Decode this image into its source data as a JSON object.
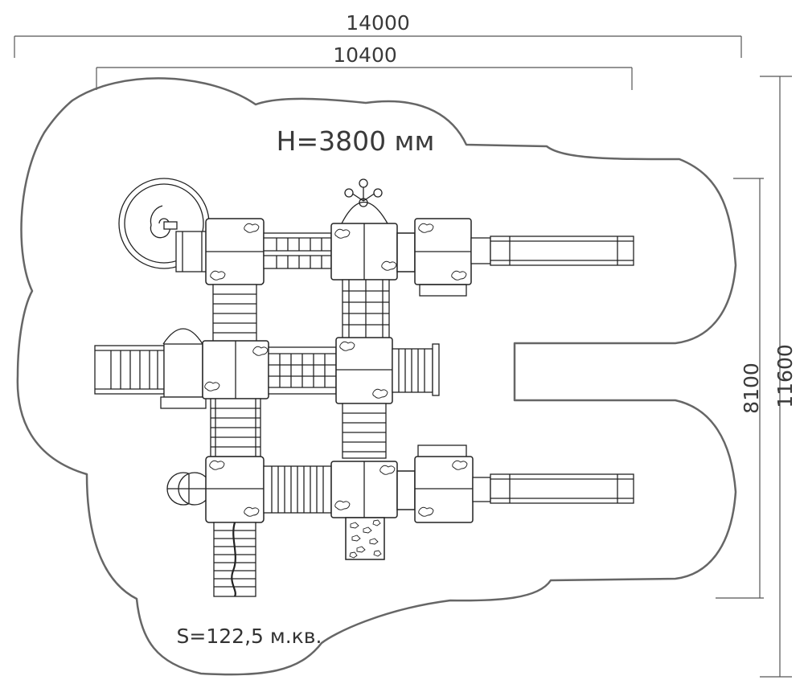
{
  "dimensions": {
    "overall_width": "14000",
    "inner_width": "10400",
    "overall_depth": "11600",
    "inner_depth": "8100"
  },
  "height_label": "H=3800 мм",
  "area_label": "S=122,5 м.кв.",
  "colors": {
    "outline": "#666666",
    "dimension_line": "#555555",
    "equipment_line": "#222222",
    "background": "#ffffff"
  }
}
